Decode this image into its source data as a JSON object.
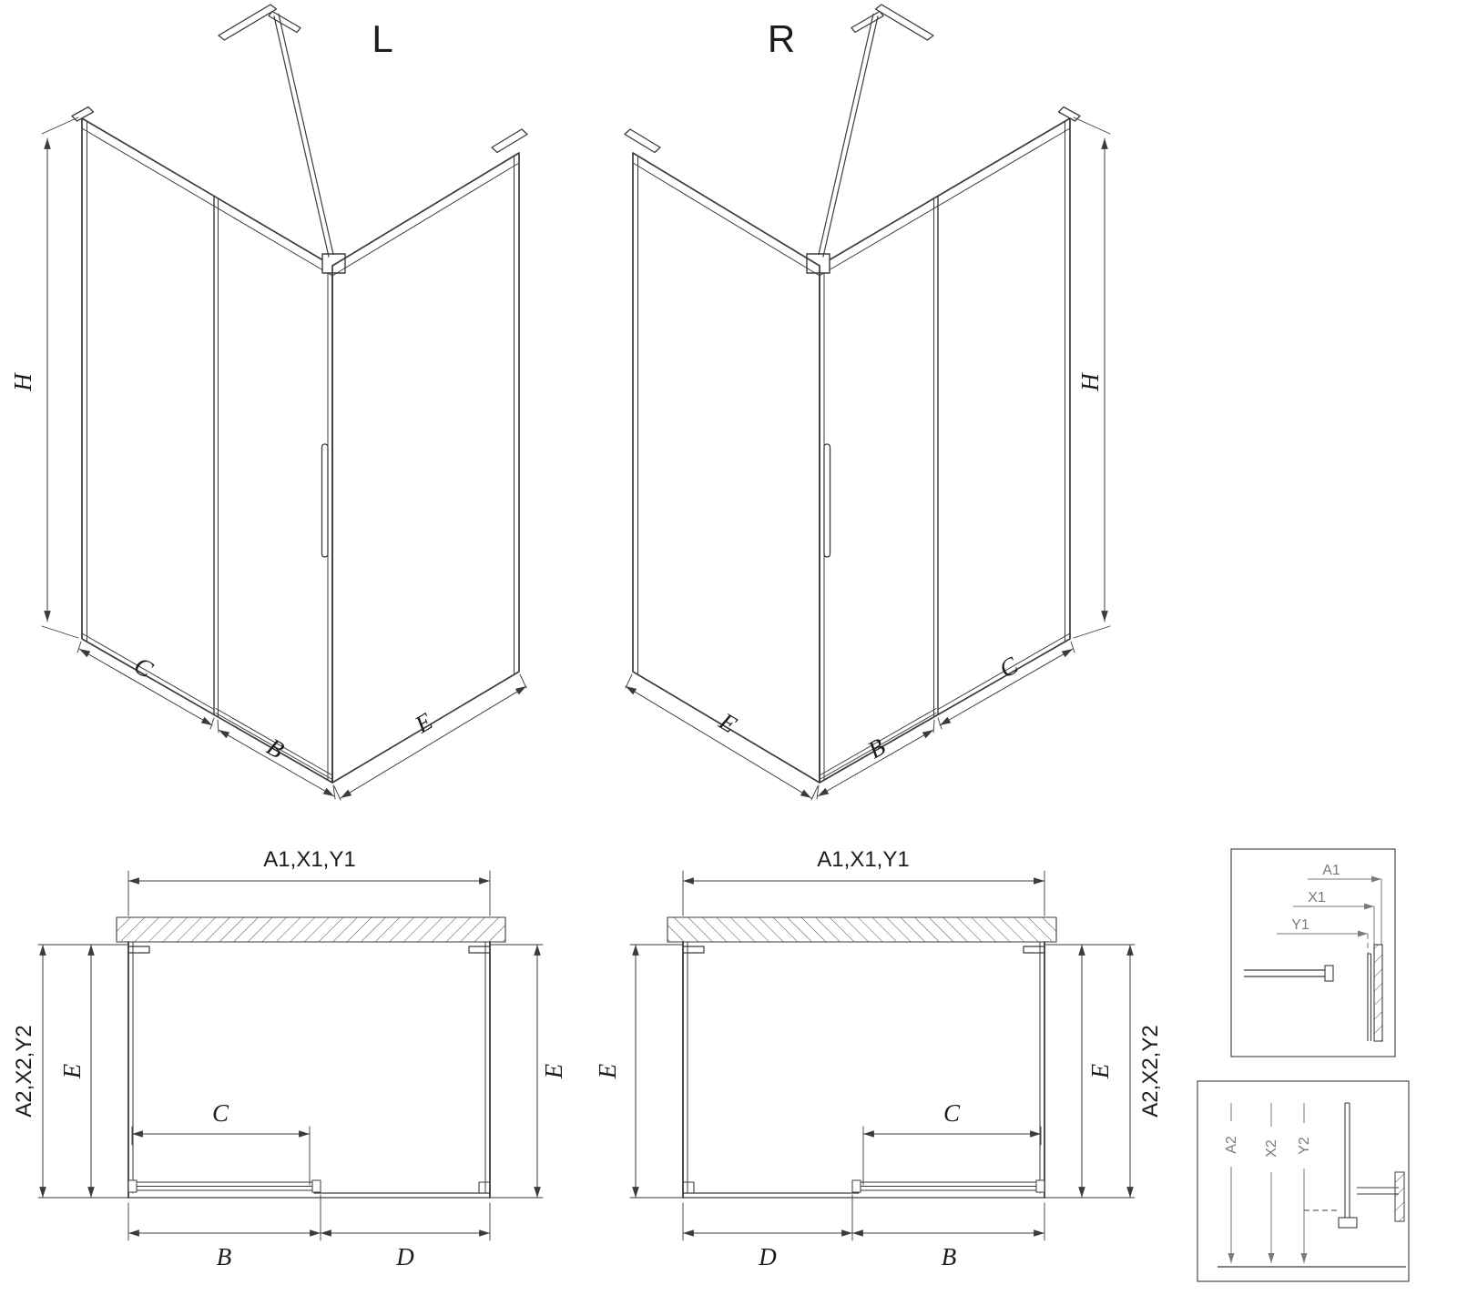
{
  "colors": {
    "line": "#3b3b3b",
    "text": "#1c1c1c",
    "detail_text": "#7a7a7a",
    "background": "#ffffff"
  },
  "iso_views": {
    "left": {
      "title": "L",
      "dim_height": "H",
      "dim_fixed_panel": "C",
      "dim_door": "B",
      "dim_side_panel": "E"
    },
    "right": {
      "title": "R",
      "dim_height": "H",
      "dim_fixed_panel": "C",
      "dim_door": "B",
      "dim_side_panel": "E"
    }
  },
  "plan_views": {
    "left": {
      "dim_width_front": "A1,X1,Y1",
      "dim_depth_outer": "A2,X2,Y2",
      "dim_depth_left": "E",
      "dim_depth_right": "E",
      "dim_opening": "C",
      "dim_door": "B",
      "dim_fixed": "D"
    },
    "right": {
      "dim_width_front": "A1,X1,Y1",
      "dim_depth_outer": "A2,X2,Y2",
      "dim_depth_left": "E",
      "dim_depth_right": "E",
      "dim_opening": "C",
      "dim_door": "B",
      "dim_fixed": "D"
    }
  },
  "details": {
    "top_profile": {
      "dim_a": "A1",
      "dim_x": "X1",
      "dim_y": "Y1"
    },
    "bottom_profile": {
      "dim_a": "A2",
      "dim_x": "X2",
      "dim_y": "Y2"
    }
  }
}
